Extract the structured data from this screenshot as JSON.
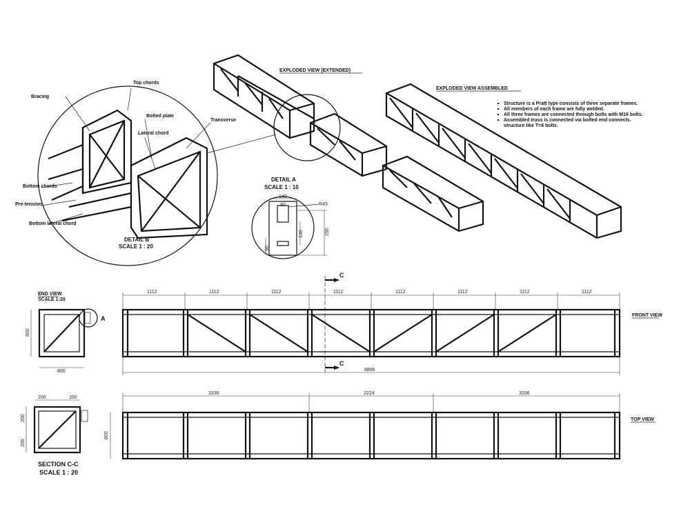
{
  "detail_b": {
    "title": "DETAIL B",
    "scale": "SCALE 1 : 20",
    "labels": {
      "top_chords": "Top chords",
      "bracing": "Bracing",
      "bolted_plate": "Bolted plate",
      "lateral_chord": "Lateral chord",
      "transverse": "Transverse",
      "bottom_chords": "Bottom chords",
      "pre_tension": "Pre-tension",
      "bottom_lateral": "Bottom lateral chord"
    }
  },
  "exploded_view": {
    "title": "EXPLODED VIEW (EXTENDED)"
  },
  "assembled_view": {
    "title": "EXPLODED VIEW ASSEMBLED",
    "notes": [
      "Structure is a Pratt type consists of three separate frames.",
      "All members of each frame are fully welded.",
      "All three frames are connected through bolts with M16 bolts.",
      "Assembled truss is connected via bolted end connects.",
      "structure like T=6 bolts."
    ]
  },
  "detail_a": {
    "title": "DETAIL A",
    "scale": "SCALE 1 : 10",
    "dims": {
      "top": "140",
      "inner": "80",
      "radius": "R45",
      "height": "290",
      "mid": "130",
      "bottom": "90"
    }
  },
  "end_view": {
    "title": "END VIEW",
    "scale": "SCALE 1:20",
    "width": "800",
    "height": "800",
    "callout": "A"
  },
  "front_view": {
    "title": "FRONT VIEW",
    "panel_dims": [
      "1112",
      "1112",
      "1112",
      "1112",
      "1112",
      "1112",
      "1112",
      "1112"
    ],
    "overall": "8896",
    "section_marker": "C"
  },
  "section_cc": {
    "title": "SECTION C-C",
    "scale": "SCALE 1 : 20",
    "dims": {
      "left_w": "200",
      "right_w": "200",
      "h1": "200",
      "h2": "200"
    }
  },
  "top_view": {
    "title": "TOP VIEW",
    "segment_dims": [
      "3336",
      "2224",
      "3336"
    ],
    "height": "800"
  }
}
